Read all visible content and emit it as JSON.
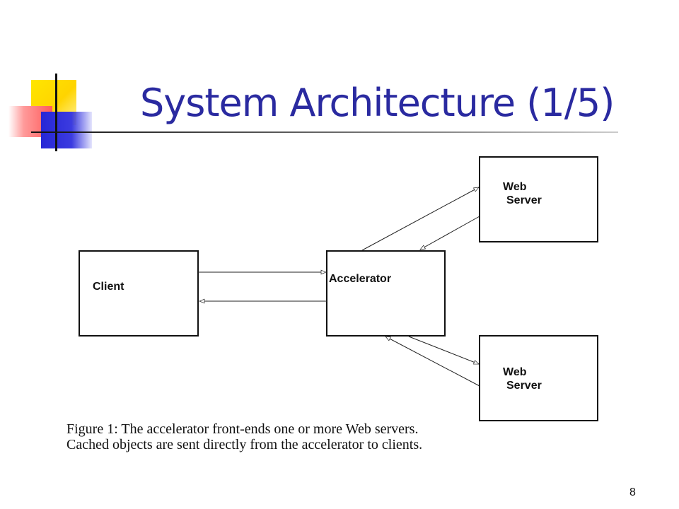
{
  "slide": {
    "title": "System Architecture (1/5)",
    "page_number": "8"
  },
  "diagram": {
    "nodes": {
      "client": "Client",
      "accelerator": "Accelerator",
      "web_server_top": [
        "Web",
        "Server"
      ],
      "web_server_bottom": [
        "Web",
        "Server"
      ]
    }
  },
  "caption": {
    "line1": "Figure 1:  The accelerator front-ends one or more Web servers.",
    "line2": "Cached objects are sent directly from the accelerator to clients."
  },
  "colors": {
    "title": "#2a2aa0",
    "accent_yellow": "#ffd400",
    "accent_red": "#ff5a5a",
    "accent_blue": "#2626d6"
  }
}
